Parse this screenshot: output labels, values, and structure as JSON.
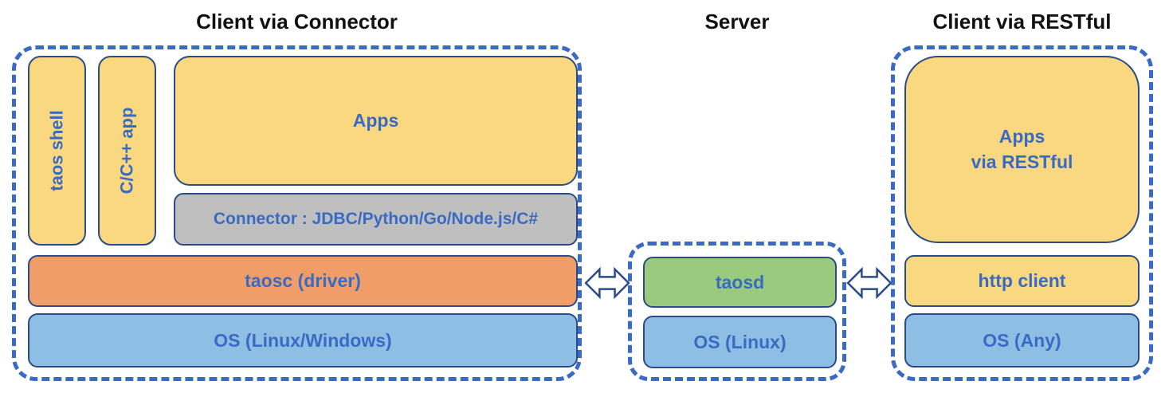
{
  "diagram": {
    "left_group": {
      "title": "Client via Connector",
      "taos_shell": "taos shell",
      "cpp_app": "C/C++ app",
      "apps": "Apps",
      "connector": "Connector : JDBC/Python/Go/Node.js/C#",
      "taosc": "taosc (driver)",
      "os": "OS (Linux/Windows)"
    },
    "server_group": {
      "title": "Server",
      "taosd": "taosd",
      "os": "OS (Linux)"
    },
    "rest_group": {
      "title": "Client via RESTful",
      "apps_line1": "Apps",
      "apps_line2": "via RESTful",
      "http_client": "http client",
      "os": "OS (Any)"
    },
    "icons": {
      "arrow_left": "bidirectional-arrow",
      "arrow_right": "bidirectional-arrow"
    },
    "colors": {
      "yellow_box": "#fad87f",
      "gray_box": "#bfbfbf",
      "orange_box": "#f19d69",
      "blue_box": "#8fbee4",
      "green_box": "#9aca7e",
      "dashed_border": "#3a6ac4",
      "box_outline": "#2a4b87",
      "label_text": "#3a6bc4",
      "title_text": "#111111"
    }
  }
}
